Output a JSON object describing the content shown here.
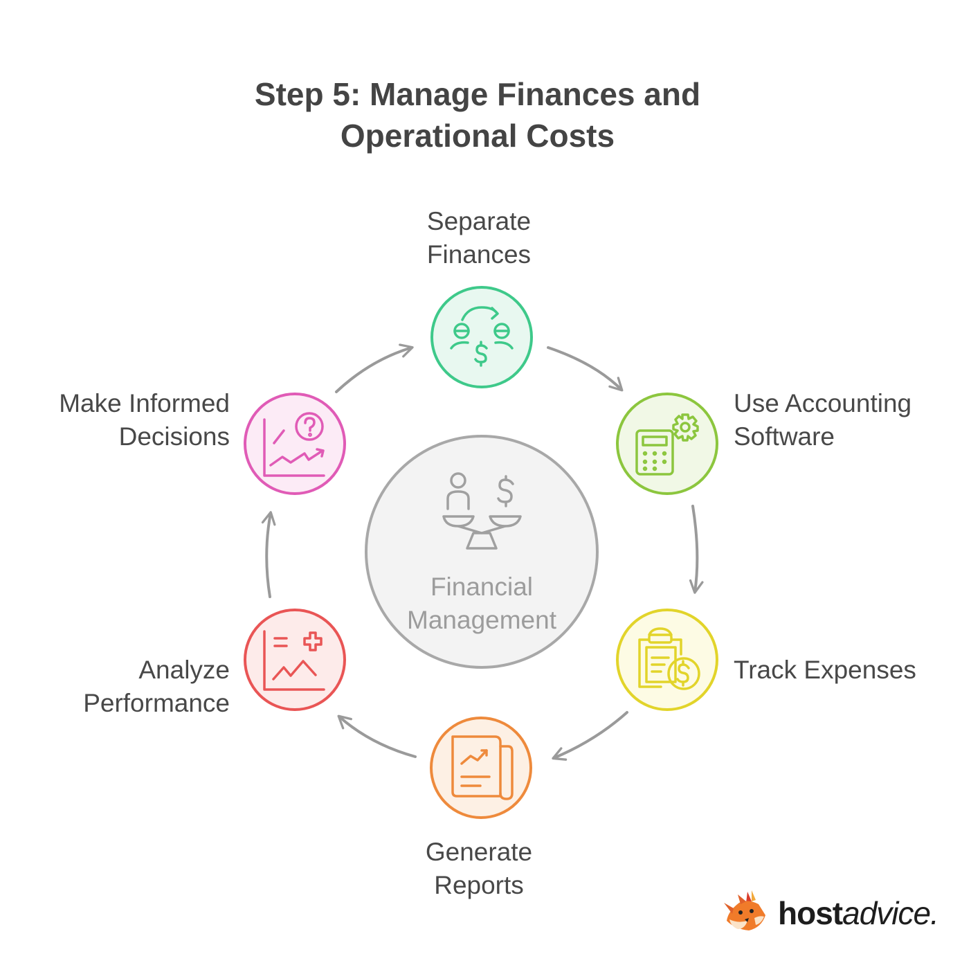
{
  "title": {
    "line1": "Step 5: Manage Finances and",
    "line2": "Operational Costs"
  },
  "center": {
    "line1": "Financial",
    "line2": "Management",
    "icon": "person-money-balance-icon",
    "color": "#9a9a9a",
    "fill": "#f3f3f3"
  },
  "steps": [
    {
      "id": "separate",
      "line1": "Separate",
      "line2": "Finances",
      "icon": "people-money-transfer-icon",
      "color": "#3ec98a",
      "fill": "#e8f8f0"
    },
    {
      "id": "accounting",
      "line1": "Use Accounting",
      "line2": "Software",
      "icon": "calculator-gear-icon",
      "color": "#8cc63e",
      "fill": "#f1f8e6"
    },
    {
      "id": "expenses",
      "line1": "Track Expenses",
      "line2": "",
      "icon": "clipboard-dollar-icon",
      "color": "#e2d42a",
      "fill": "#fdfbe4"
    },
    {
      "id": "reports",
      "line1": "Generate",
      "line2": "Reports",
      "icon": "report-document-icon",
      "color": "#ee8a3c",
      "fill": "#fdf0e4"
    },
    {
      "id": "performance",
      "line1": "Analyze",
      "line2": "Performance",
      "icon": "chart-plus-icon",
      "color": "#e95555",
      "fill": "#fdebea"
    },
    {
      "id": "decisions",
      "line1": "Make Informed",
      "line2": "Decisions",
      "icon": "chart-question-icon",
      "color": "#e05bb6",
      "fill": "#fcebf6"
    }
  ],
  "arrow_color": "#9a9a9a",
  "brand": {
    "part1": "host",
    "part2": "advice."
  }
}
